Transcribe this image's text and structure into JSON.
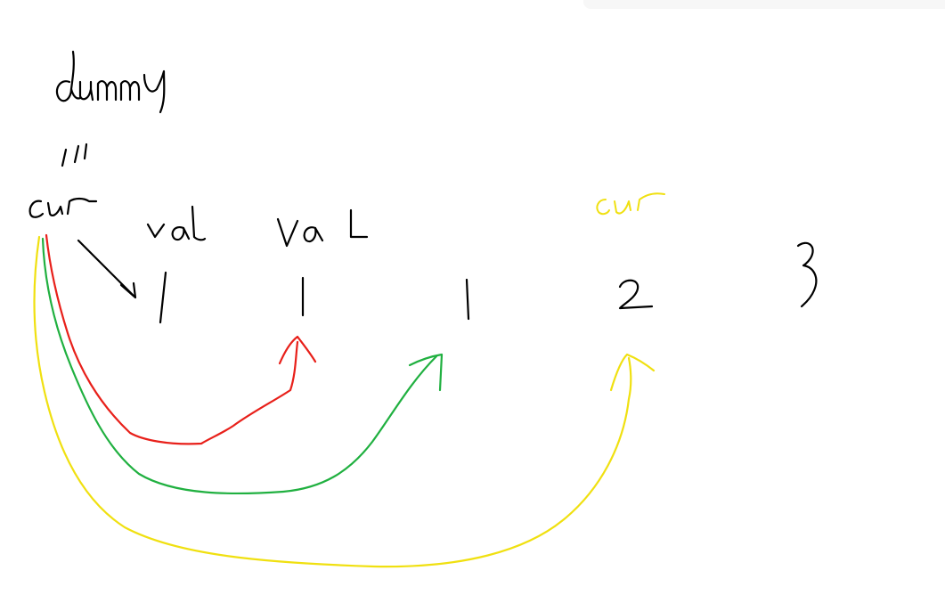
{
  "labels": {
    "dummy": "dummy",
    "equals": "||",
    "cur_black": "cur",
    "val_1": "val",
    "val_2": "VaL",
    "cur_yellow": "cur"
  },
  "nodes": [
    "1",
    "1",
    "1",
    "2",
    "3"
  ],
  "colors": {
    "ink": "#000000",
    "red": "#e8201a",
    "green": "#20b040",
    "yellow": "#f0e010"
  }
}
